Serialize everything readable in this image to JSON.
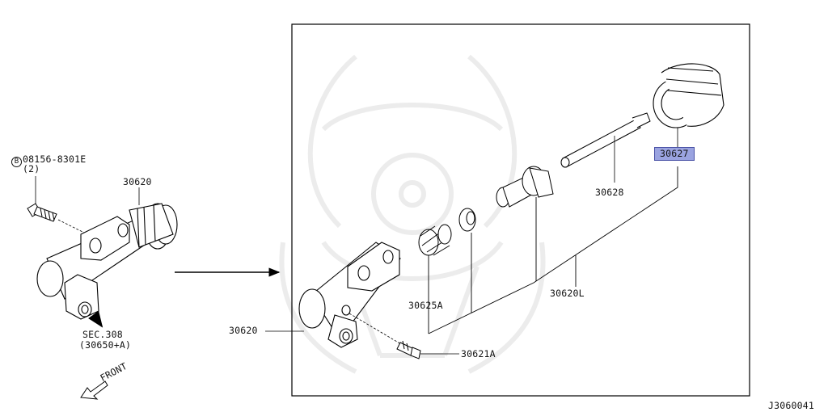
{
  "diagram": {
    "labels": {
      "bolt_part": "08156-8301E",
      "bolt_marker": "B",
      "bolt_qty": "(2)",
      "cyl_left": "30620",
      "sec_ref": "SEC.308",
      "sec_ref_part": "(30650+A)",
      "front": "FRONT",
      "cyl_main": "30620",
      "bleeder": "30621A",
      "spring": "30625A",
      "kit": "30620L",
      "push_rod": "30628",
      "boot": "30627",
      "diagram_code": "J3060041"
    },
    "highlight_color": "#9aa3e0"
  }
}
